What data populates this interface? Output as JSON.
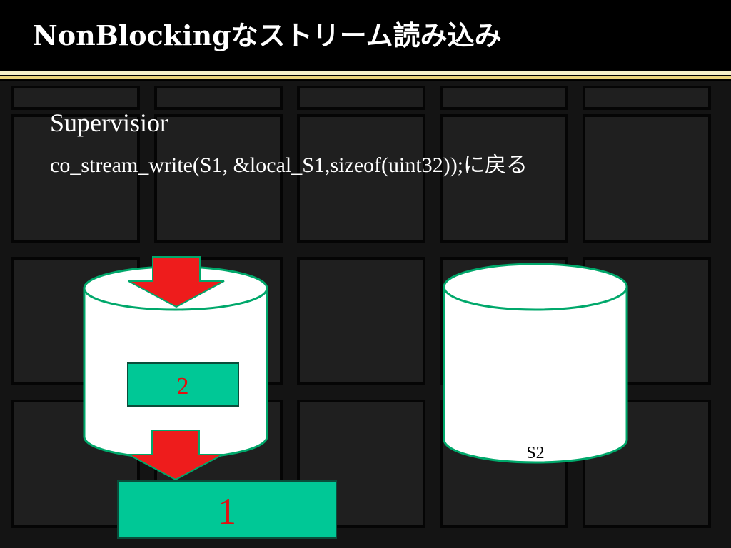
{
  "slide": {
    "title": "NonBlockingなストリーム読み込み"
  },
  "body": {
    "line_1": "Supervisior",
    "line_2": "co_stream_write(S1, &local_S1,sizeof(uint32));に戻る"
  },
  "diagram": {
    "box_inside_stream": "2",
    "box_below_stream": "1",
    "right_stream_label": "S2",
    "colors": {
      "arrow": "#ee1c1c",
      "box": "#00c896",
      "box_text": "#e01010",
      "cylinder": "#ffffff",
      "cylinder_outline": "#00a86b"
    }
  }
}
